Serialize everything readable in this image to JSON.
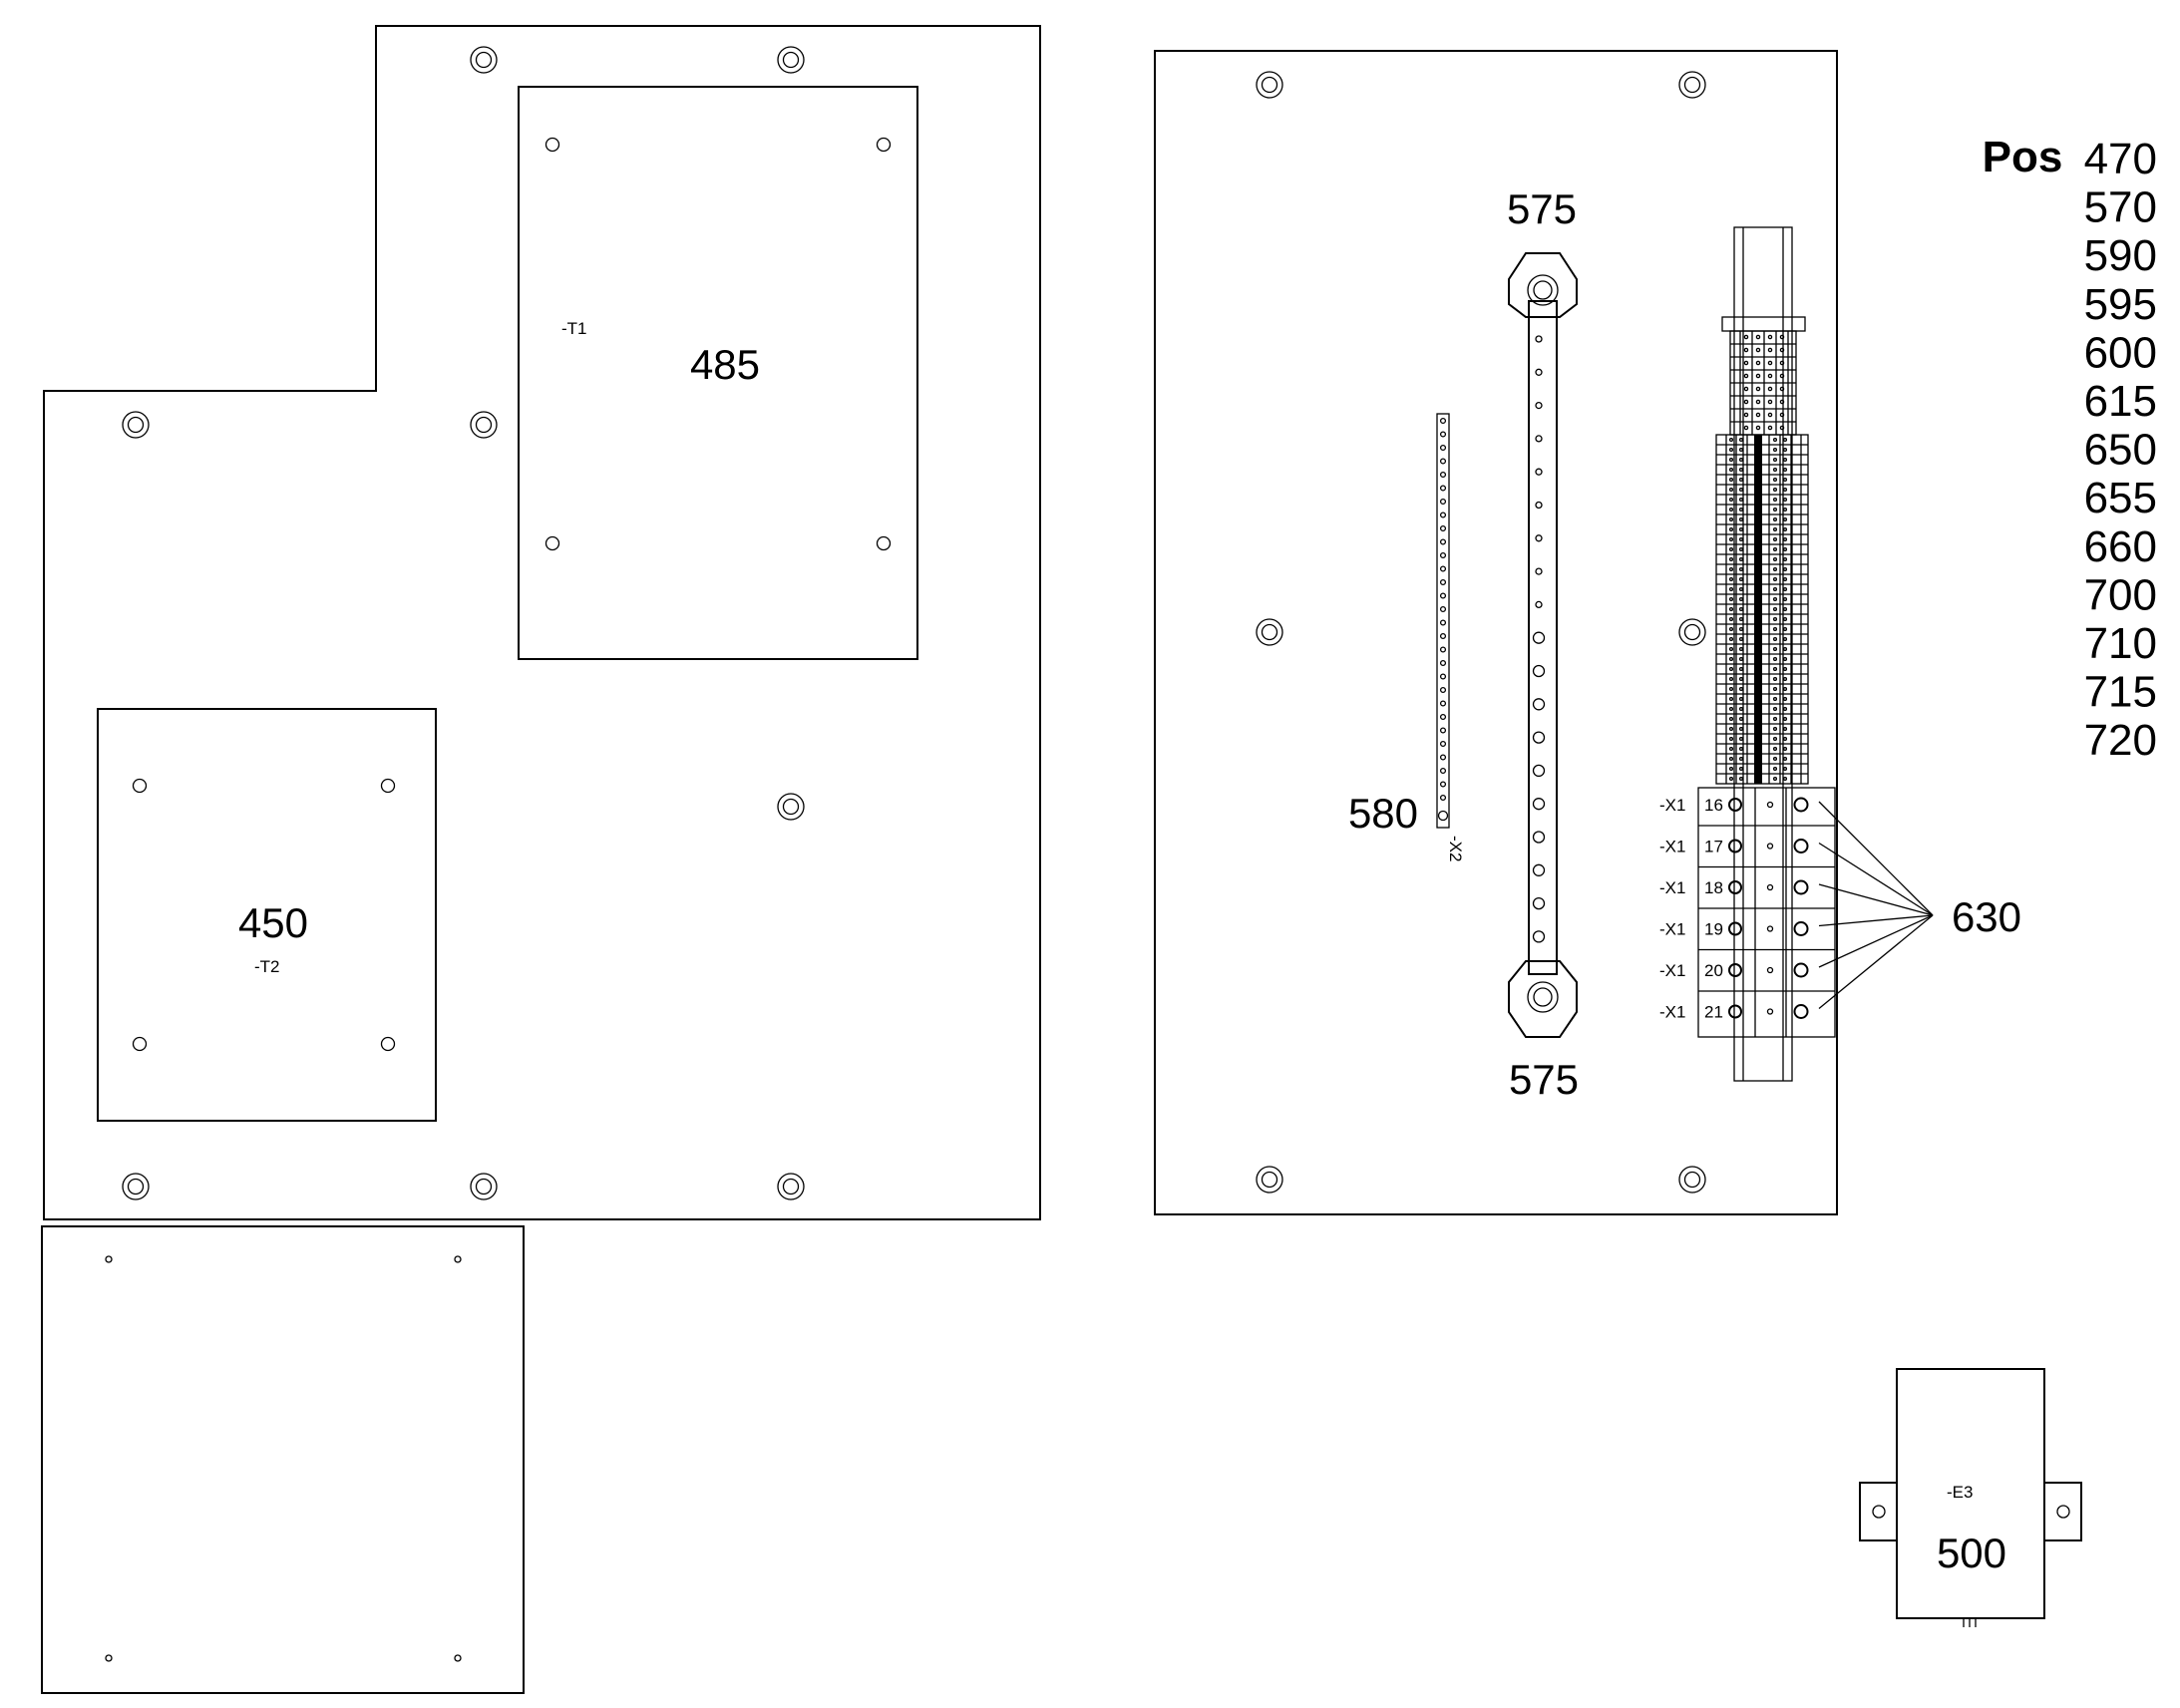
{
  "labels": {
    "t1_pos": "485",
    "t1_tag": "-T1",
    "t2_pos": "450",
    "t2_tag": "-T2",
    "rail_top": "575",
    "rail_bottom": "575",
    "x2_pos": "580",
    "x2_tag": "-X2",
    "callout_630": "630",
    "e3_tag": "-E3",
    "e3_pos": "500"
  },
  "terminals": [
    {
      "tag": "-X1",
      "num": "16"
    },
    {
      "tag": "-X1",
      "num": "17"
    },
    {
      "tag": "-X1",
      "num": "18"
    },
    {
      "tag": "-X1",
      "num": "19"
    },
    {
      "tag": "-X1",
      "num": "20"
    },
    {
      "tag": "-X1",
      "num": "21"
    }
  ],
  "pos_list": {
    "heading": "Pos",
    "items": [
      "470",
      "570",
      "590",
      "595",
      "600",
      "615",
      "650",
      "655",
      "660",
      "700",
      "710",
      "715",
      "720"
    ]
  }
}
